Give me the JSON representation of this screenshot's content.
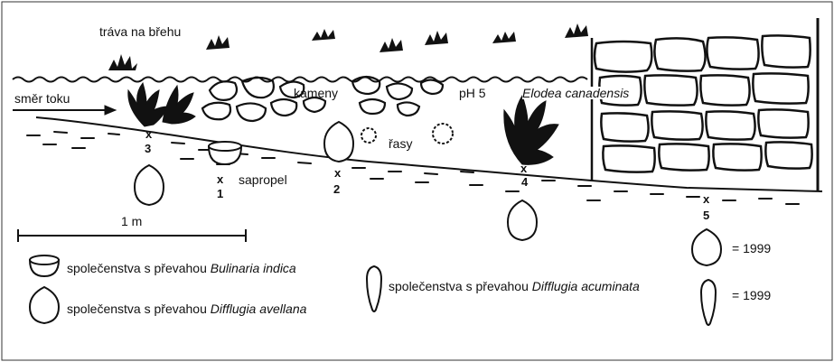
{
  "labels": {
    "bank_grass": "tráva na břehu",
    "flow_direction": "směr toku",
    "stones": "kameny",
    "ph": "pH 5",
    "elodea": "Elodea canadensis",
    "algae": "řasy",
    "sapropel": "sapropel",
    "scale": "1 m"
  },
  "sites": [
    {
      "mark": "x",
      "number": "1"
    },
    {
      "mark": "x",
      "number": "2"
    },
    {
      "mark": "x",
      "number": "3"
    },
    {
      "mark": "x",
      "number": "4"
    },
    {
      "mark": "x",
      "number": "5"
    }
  ],
  "legend": {
    "bulinaria_prefix": "společenstva s převahou ",
    "bulinaria_species": "Bulinaria indica",
    "avellana_prefix": "společenstva s převahou ",
    "avellana_species": "Difflugia avellana",
    "acuminata_prefix": "společenstva s převahou ",
    "acuminata_species": "Difflugia acuminata",
    "year_avellana": "= 1999",
    "year_acuminata": "= 1999"
  }
}
